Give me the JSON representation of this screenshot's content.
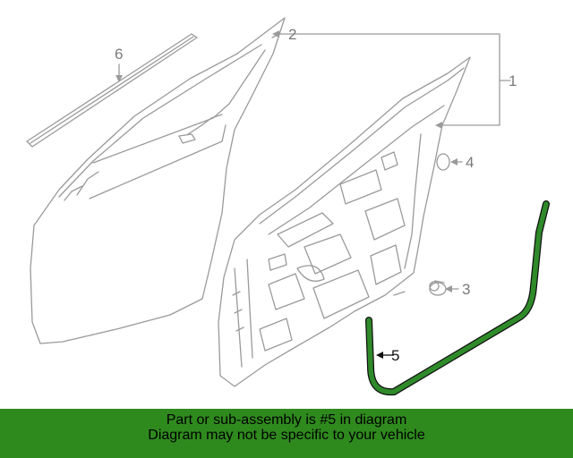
{
  "diagram": {
    "callouts": [
      {
        "id": "1",
        "label": "1"
      },
      {
        "id": "2",
        "label": "2"
      },
      {
        "id": "3",
        "label": "3"
      },
      {
        "id": "4",
        "label": "4"
      },
      {
        "id": "5",
        "label": "5"
      },
      {
        "id": "6",
        "label": "6"
      }
    ],
    "highlighted_part": "5",
    "colors": {
      "line_art": "#9a9a9a",
      "highlight_fill": "#2f8a2a",
      "highlight_outline": "#111111",
      "banner_bg": "#2f8a1e"
    }
  },
  "banner": {
    "line1": "Part or sub-assembly is #5 in diagram",
    "line2": "Diagram may not be specific to your vehicle"
  }
}
